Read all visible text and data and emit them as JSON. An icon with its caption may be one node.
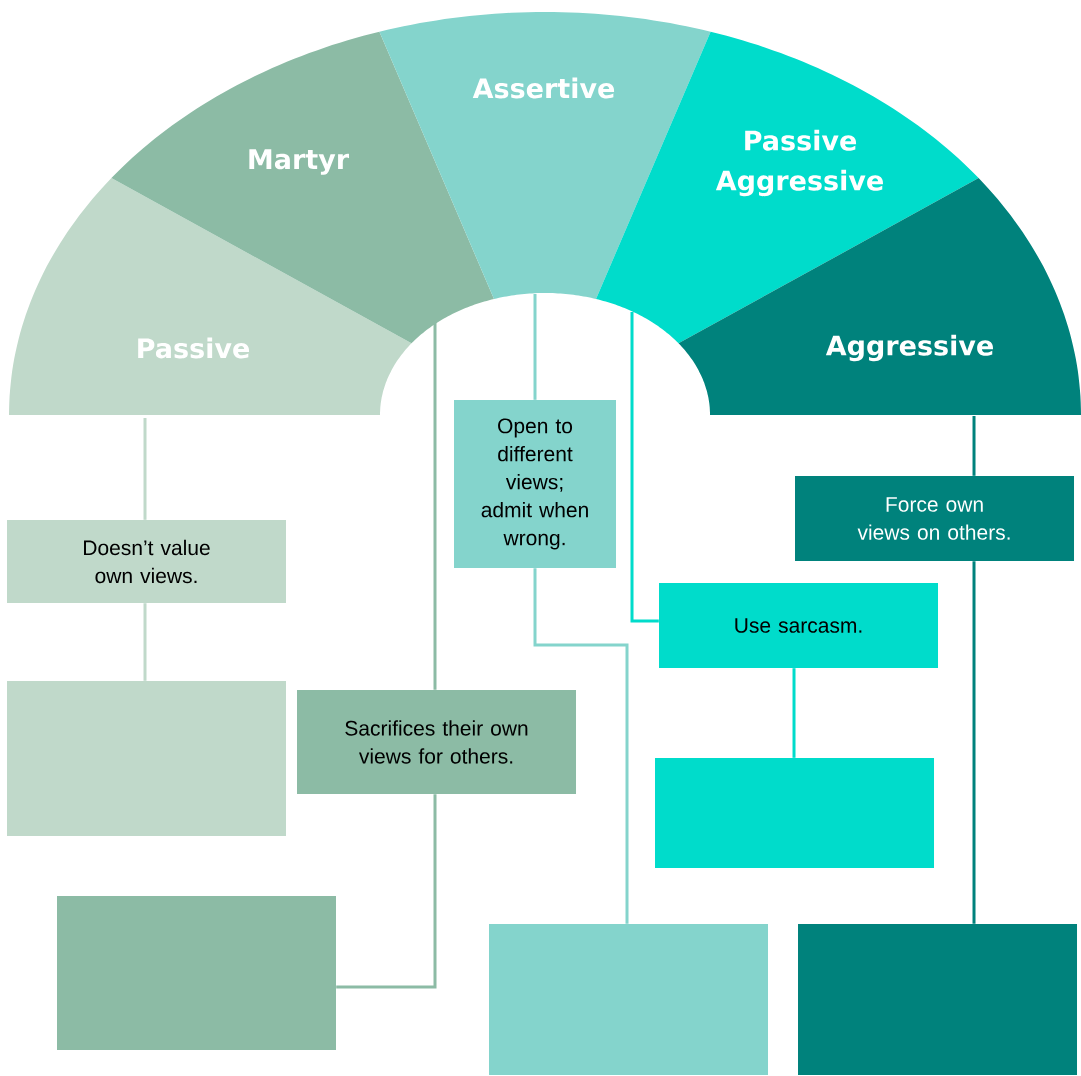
{
  "diagram": {
    "nodes": [
      {
        "text": [
          "Passive"
        ]
      },
      {
        "text": [
          "Martyr"
        ]
      },
      {
        "text": [
          "Assertive"
        ]
      },
      {
        "text": [
          "Passive Aggressive"
        ]
      },
      {
        "text": [
          "Aggressive"
        ]
      },
      {
        "text": [
          "Doesn’t value own views."
        ]
      },
      {
        "text": [],
        "shape": "box"
      },
      {
        "text": [
          "Sacrifices their own views for others."
        ]
      },
      {
        "text": [],
        "shape": "box"
      },
      {
        "text": [
          "Open to different views; admit when wrong."
        ]
      },
      {
        "text": [],
        "shape": "box"
      },
      {
        "text": [
          "Use sarcasm."
        ]
      },
      {
        "text": [],
        "shape": "box"
      },
      {
        "text": [
          "Force own views on others."
        ]
      },
      {
        "text": [],
        "shape": "box"
      }
    ],
    "edges": [
      {
        "from": 0,
        "to": 5,
        "arrow": "none",
        "color": "#c0d9ca"
      },
      {
        "from": 5,
        "to": 6,
        "arrow": "none",
        "color": "#c0d9ca"
      },
      {
        "from": 1,
        "to": 7,
        "arrow": "none",
        "color": "#8cbba5"
      },
      {
        "from": 7,
        "to": 8,
        "arrow": "none",
        "color": "#8cbba5"
      },
      {
        "from": 2,
        "to": 9,
        "arrow": "none",
        "color": "#84d4cc"
      },
      {
        "from": 9,
        "to": 10,
        "arrow": "none",
        "color": "#84d4cc"
      },
      {
        "from": 3,
        "to": 11,
        "arrow": "none",
        "color": "#00dccb"
      },
      {
        "from": 11,
        "to": 12,
        "arrow": "none",
        "color": "#00dccb"
      },
      {
        "from": 4,
        "to": 13,
        "arrow": "none",
        "color": "#00827c"
      },
      {
        "from": 13,
        "to": 14,
        "arrow": "none",
        "color": "#00827c"
      }
    ]
  }
}
